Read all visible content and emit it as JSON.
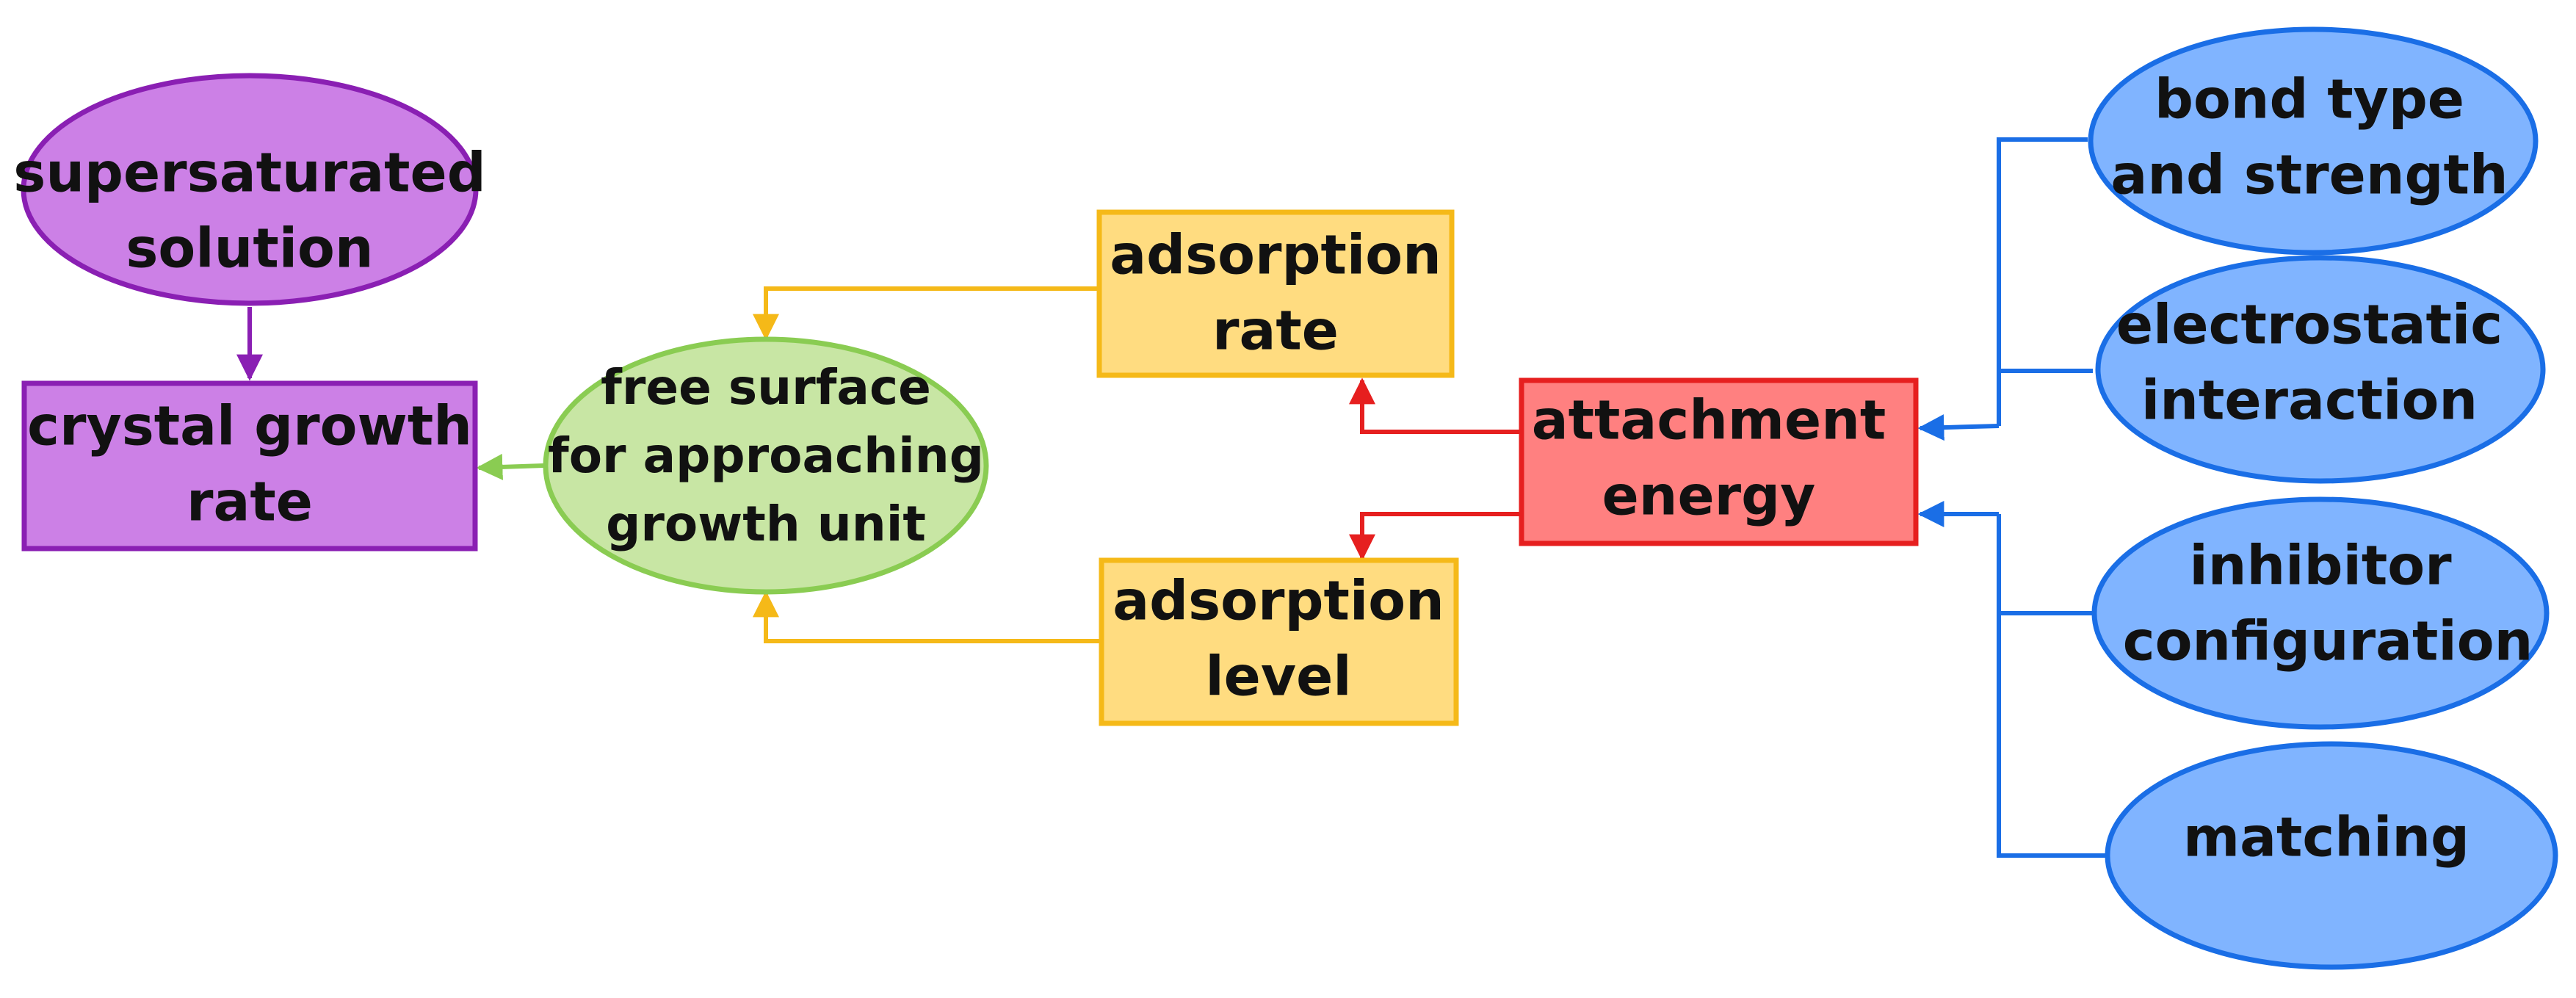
{
  "colors": {
    "purple_fill": "#cc80e6",
    "purple_stroke": "#8a1fb3",
    "green_fill": "#c8e6a4",
    "green_stroke": "#8acc52",
    "yellow_fill": "#ffdc80",
    "yellow_stroke": "#f5b918",
    "red_fill": "#ff8080",
    "red_stroke": "#e61f1f",
    "blue_fill": "#80b4ff",
    "blue_stroke": "#1a6ee6"
  },
  "nodes": {
    "supersaturated_solution": {
      "line1": "supersaturated",
      "line2": "solution"
    },
    "crystal_growth_rate": {
      "line1": "crystal growth",
      "line2": "rate"
    },
    "free_surface": {
      "line1": "free surface",
      "line2": "for approaching",
      "line3": "growth unit"
    },
    "adsorption_rate": {
      "line1": "adsorption",
      "line2": "rate"
    },
    "adsorption_level": {
      "line1": "adsorption",
      "line2": "level"
    },
    "attachment_energy": {
      "line1": "attachment",
      "line2": "energy"
    },
    "bond_type": {
      "line1": "bond type",
      "line2": "and strength"
    },
    "electrostatic": {
      "line1": "electrostatic",
      "line2": "interaction"
    },
    "inhibitor": {
      "line1": "inhibitor",
      "line2": "configuration"
    },
    "matching": {
      "line1": "matching"
    }
  }
}
